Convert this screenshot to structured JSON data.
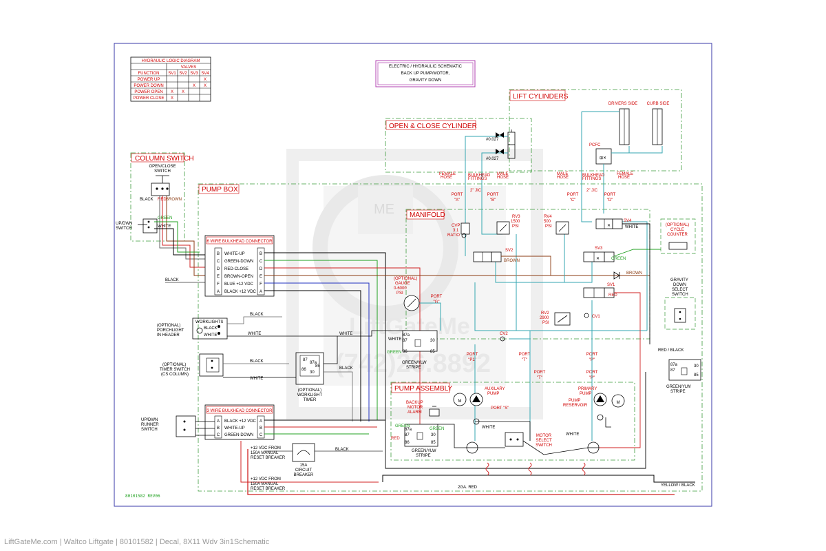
{
  "header": {
    "line1": "ELECTRIC / HYDRAULIC SCHEMATIC",
    "line2": "BACK UP PUMP/MOTOR,",
    "line3": "GRAVITY DOWN"
  },
  "logic_table": {
    "title": "HYDRAULIC LOGIC DIAGRAM",
    "valves_header": "VALVES",
    "function_header": "FUNCTION",
    "columns": [
      "SV1",
      "SV2",
      "SV3",
      "SV4"
    ],
    "rows": [
      {
        "function": "POWER UP",
        "marks": [
          "",
          "",
          "",
          "X"
        ]
      },
      {
        "function": "POWER DOWN",
        "marks": [
          "",
          "",
          "X",
          "X"
        ]
      },
      {
        "function": "POWER OPEN",
        "marks": [
          "X",
          "X",
          "",
          ""
        ]
      },
      {
        "function": "POWER CLOSE",
        "marks": [
          "X",
          "",
          "",
          ""
        ]
      }
    ]
  },
  "boxes": {
    "column_switch": "COLUMN SWITCH",
    "pump_box": "PUMP BOX",
    "open_close_cylinder": "OPEN & CLOSE CYLINDER",
    "lift_cylinders": "LIFT CYLINDERS",
    "manifold": "MANIFOLD",
    "pump_assembly": "PUMP ASSEMBLY",
    "six_wire": "6 WIRE BULKHEAD CONNECTOR",
    "three_wire": "3 WIRE BULKHEAD CONNECTOR"
  },
  "six_wire_pins": [
    {
      "left": "B",
      "label": "WHITE-UP",
      "right": "B"
    },
    {
      "left": "C",
      "label": "GREEN-DOWN",
      "right": "C"
    },
    {
      "left": "D",
      "label": "RED-CLOSE",
      "right": "D"
    },
    {
      "left": "E",
      "label": "BROWN-OPEN",
      "right": "E"
    },
    {
      "left": "F",
      "label": "BLUE +12 VDC",
      "right": "F"
    },
    {
      "left": "A",
      "label": "BLACK +12 VDC",
      "right": "A"
    }
  ],
  "three_wire_pins": [
    {
      "left": "A",
      "label": "BLACK +12 VDC",
      "right": "A"
    },
    {
      "left": "B",
      "label": "WHITE-UP",
      "right": "B"
    },
    {
      "left": "C",
      "label": "GREEN-DOWN",
      "right": "C"
    }
  ],
  "labels": {
    "open_close_switch_1": "OPEN/CLOSE",
    "open_close_switch_2": "SWITCH",
    "black": "BLACK",
    "red": "RED",
    "brown": "BROWN",
    "green": "GREEN",
    "white": "WHITE",
    "blue": "BLUE",
    "up_dwn_1": "UP/DWN",
    "up_dwn_2": "SWITCH",
    "porch_1": "(OPTIONAL)",
    "porch_2": "PORCHLIGHT",
    "porch_3": "IN HEADER",
    "worklights": "WORKLIGHTS",
    "timer_1": "(OPTIONAL)",
    "timer_2": "TIMER SWITCH",
    "timer_3": "(CS COLUMN)",
    "wl_timer_1": "(OPTIONAL)",
    "wl_timer_2": "WORKLIGHT",
    "wl_timer_3": "TIMER",
    "runner_1": "UP/DWN",
    "runner_2": "RUNNER",
    "runner_3": "SWITCH",
    "vdc_1a": "+12 VDC FROM",
    "vdc_1b": "150A MANUAL",
    "vdc_1c": "RESET BREAKER",
    "vdc_2a": "+12 VDC FROM",
    "vdc_2b": "150A MANUAL",
    "vdc_2c": "RESET BREAKER",
    "breaker_1": "15A",
    "breaker_2": "CIRCUIT",
    "breaker_3": "BREAKER",
    "two_ga_red": "2GA. RED",
    "yellow_black": "YELLOW / BLACK",
    "red_black": "RED / BLACK",
    "green_ylw_1": "GREEN/YLW",
    "green_ylw_2": "STRIPE",
    "gauge_1": "(OPTIONAL)",
    "gauge_2": "GAUGE",
    "gauge_3": "0-6000",
    "gauge_4": "PSI",
    "port_g_1": "PORT",
    "port_g_2": "\"G\"",
    "port_a_1": "PORT",
    "port_a_2": "\"A\"",
    "port_b_1": "PORT",
    "port_b_2": "\"B\"",
    "port_c_1": "PORT",
    "port_c_2": "\"C\"",
    "port_d_1": "PORT",
    "port_d_2": "\"D\"",
    "port_p1_1": "PORT",
    "port_p1_2": "\"P1\"",
    "port_t_1": "PORT",
    "port_t_2": "\"T\"",
    "port_s": "PORT \"S\"",
    "port_p_1": "PORT",
    "port_p_2": "\"P\"",
    "female_hose_1": "FEMALE",
    "female_hose_2": "HOSE",
    "male_hose_1": "MALE",
    "male_hose_2": "HOSE",
    "bulkhead_1": "BULKHEAD",
    "bulkhead_2": "FITTINGS",
    "jic": "2\" JIC",
    "orifice": "#0.027",
    "drivers_side": "DRIVERS SIDE",
    "curb_side": "CURB SIDE",
    "pcfc": "PCFC",
    "cvp_1": "CVP",
    "cvp_2": "3:1",
    "cvp_3": "RATIO",
    "rv3_1": "RV3",
    "rv3_2": "1500",
    "rv3_3": "PSI",
    "rv4_1": "RV4",
    "rv4_2": "500",
    "rv4_3": "PSI",
    "rv2_1": "RV2",
    "rv2_2": "2900",
    "rv2_3": "PSI",
    "sv1": "SV1",
    "sv2": "SV2",
    "sv3": "SV3",
    "sv4": "SV4",
    "cv1": "CV1",
    "cv2": "CV2",
    "cycle_1": "(OPTIONAL)",
    "cycle_2": "CYCLE",
    "cycle_3": "COUNTER",
    "gravity_1": "GRAVITY",
    "gravity_2": "DOWN",
    "gravity_3": "SELECT",
    "gravity_4": "SWITCH",
    "aux_1": "AUXILARY",
    "aux_2": "PUMP",
    "primary_1": "PRIMARY",
    "primary_2": "PUMP",
    "reservoir_1": "PUMP",
    "reservoir_2": "RESERVOIR",
    "backup_1": "BACKUP",
    "backup_2": "MOTOR",
    "backup_3": "ALARM",
    "motor_sel_1": "MOTOR",
    "motor_sel_2": "SELECT",
    "motor_sel_3": "SWITCH",
    "relay_87a": "87a",
    "relay_87": "87",
    "relay_86": "86",
    "relay_85": "85",
    "relay_30": "30",
    "ref_number": "80101582  REV06"
  },
  "watermark": {
    "brand": "LiftGateMe",
    "phone": "(742)26.8892",
    "logo": "ME"
  },
  "caption": "LiftGateMe.com | Waltco Liftgate | 80101582 | Decal, 8X11 Wdv 3in1Schematic",
  "colors": {
    "frame": "#3a3aa8",
    "box_green": "#3a9a3a",
    "title_red": "#d00000",
    "hydraulic": "#33a6b0",
    "wire_red": "#d02020",
    "wire_brown": "#8a3a10",
    "wire_blue": "#2030c0",
    "wire_green": "#20a020",
    "header_border": "#b040b0"
  }
}
